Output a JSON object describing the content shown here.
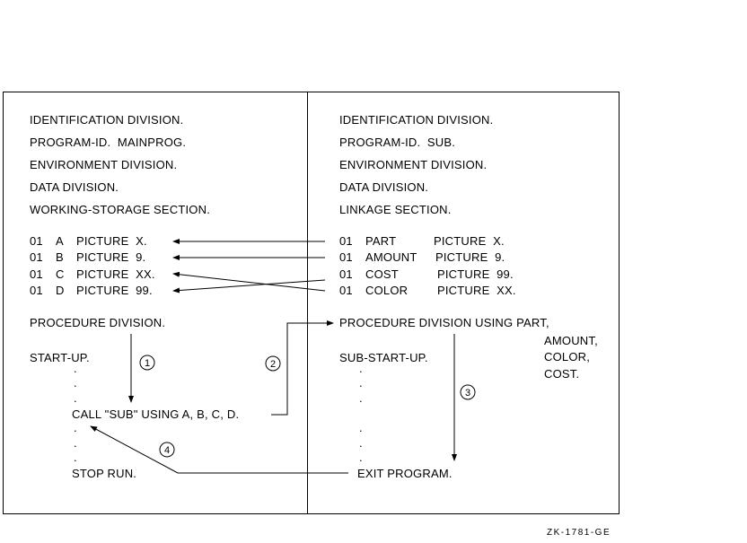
{
  "main_program": {
    "header": [
      "IDENTIFICATION DIVISION.",
      "PROGRAM-ID.  MAINPROG.",
      "ENVIRONMENT DIVISION.",
      "DATA DIVISION.",
      "WORKING-STORAGE SECTION."
    ],
    "items": [
      {
        "level": "01",
        "name": "A",
        "picture": "PICTURE  X."
      },
      {
        "level": "01",
        "name": "B",
        "picture": "PICTURE  9."
      },
      {
        "level": "01",
        "name": "C",
        "picture": "PICTURE  XX."
      },
      {
        "level": "01",
        "name": "D",
        "picture": "PICTURE  99."
      }
    ],
    "procedure": "PROCEDURE DIVISION.",
    "paragraph": "START-UP.",
    "call": "CALL \"SUB\" USING A, B, C, D.",
    "stop": "STOP RUN.",
    "dot": "."
  },
  "sub_program": {
    "header": [
      "IDENTIFICATION DIVISION.",
      "PROGRAM-ID.  SUB.",
      "ENVIRONMENT DIVISION.",
      "DATA DIVISION.",
      "LINKAGE SECTION."
    ],
    "items": [
      {
        "level": "01",
        "name": "PART",
        "picture": "PICTURE  X."
      },
      {
        "level": "01",
        "name": "AMOUNT",
        "picture": "PICTURE  9."
      },
      {
        "level": "01",
        "name": "COST",
        "picture": "PICTURE  99."
      },
      {
        "level": "01",
        "name": "COLOR",
        "picture": "PICTURE  XX."
      }
    ],
    "procedure": "PROCEDURE DIVISION USING PART,",
    "using_cont": [
      "AMOUNT,",
      "COLOR,",
      "COST."
    ],
    "paragraph": "SUB-START-UP.",
    "exit": "EXIT PROGRAM.",
    "dot": "."
  },
  "steps": [
    "1",
    "2",
    "3",
    "4"
  ],
  "caption": "ZK-1781-GE"
}
